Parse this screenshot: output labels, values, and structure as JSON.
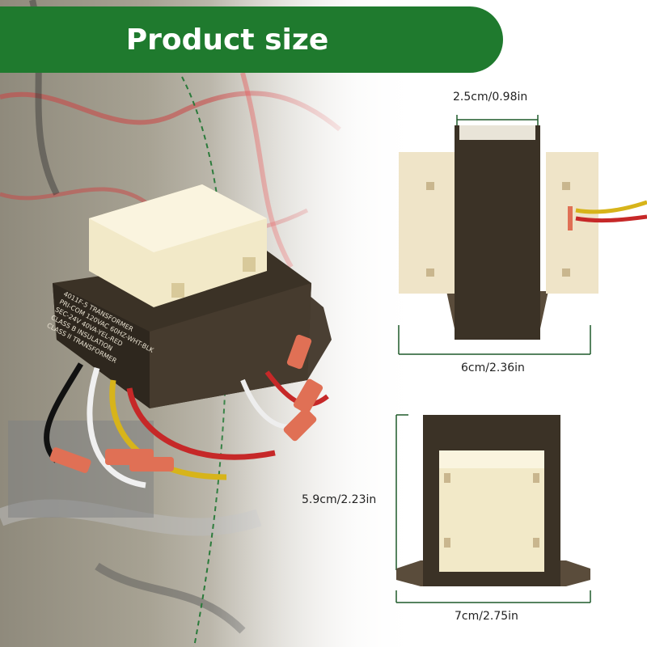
{
  "banner": {
    "title": "Product size"
  },
  "product_label_lines": [
    "4011F-5 TRANSFORMER",
    "PRI-COM 120VAC 60HZ-WHT-BLK",
    "SEC-24V 40VA-YEL-RED",
    "CLASS B INSULATION",
    "CLASS II TRANSFORMER"
  ],
  "dimensions": {
    "top_width": "2.5cm/0.98in",
    "side_width": "6cm/2.36in",
    "front_height": "5.9cm/2.23in",
    "front_width": "7cm/2.75in"
  },
  "colors": {
    "banner_green": "#1f7a2e",
    "dimension_line": "#1f5a2a",
    "transformer_core": "#3b3226",
    "bobbin": "#f2e9c8"
  }
}
